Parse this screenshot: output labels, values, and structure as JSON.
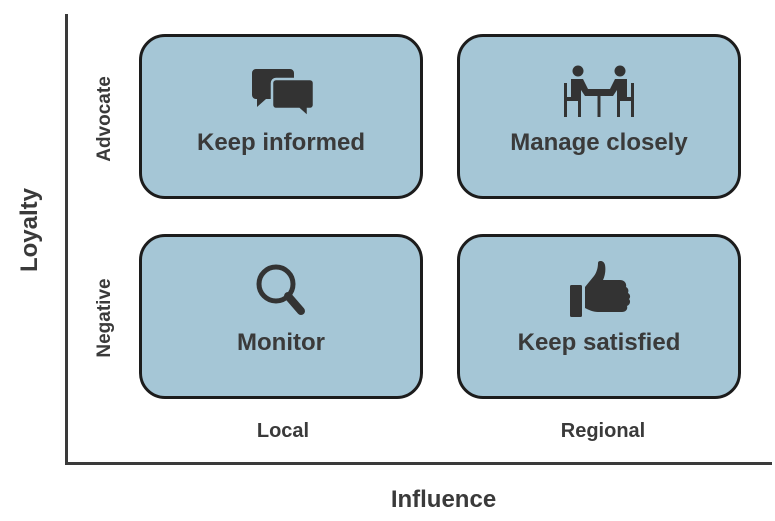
{
  "axes": {
    "x_title": "Influence",
    "y_title": "Loyalty"
  },
  "rows": {
    "top": "Advocate",
    "bottom": "Negative"
  },
  "columns": {
    "left": "Local",
    "right": "Regional"
  },
  "quadrants": {
    "top_left": {
      "label": "Keep informed",
      "icon": "speech-bubbles-icon"
    },
    "top_right": {
      "label": "Manage closely",
      "icon": "meeting-people-icon"
    },
    "bottom_left": {
      "label": "Monitor",
      "icon": "magnifier-icon"
    },
    "bottom_right": {
      "label": "Keep satisfied",
      "icon": "thumbs-up-icon"
    }
  },
  "colors": {
    "box_fill": "#a5c6d6",
    "box_border": "#1c1c1c",
    "text": "#3a3a3a",
    "axis": "#3a3a3a",
    "icon": "#333333"
  }
}
